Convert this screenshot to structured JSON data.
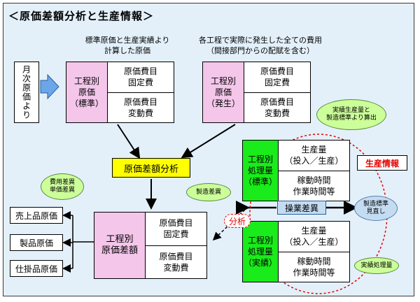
{
  "title": "＜原価差額分析と生産情報＞",
  "monthly_source": "月次原価より",
  "caption_left": [
    "標準原価と生産実績より",
    "計算した原価"
  ],
  "caption_right": [
    "各工程で実際に発生した全ての費用",
    "（間接部門からの配賦を含む）"
  ],
  "std_cost_box": {
    "label": [
      "工程別",
      "原価",
      "（標準）"
    ],
    "top": [
      "原価費目",
      "固定費"
    ],
    "bottom": [
      "原価費目",
      "変動費"
    ]
  },
  "actual_cost_box": {
    "label": [
      "工程別",
      "原価",
      "（発生）"
    ],
    "top": [
      "原価費目",
      "固定費"
    ],
    "bottom": [
      "原価費目",
      "変動費"
    ]
  },
  "variance_analysis": "原価差額分析",
  "variance_box": {
    "label": [
      "工程別",
      "原価差額"
    ],
    "top": [
      "原価費目",
      "固定費"
    ],
    "bottom": [
      "原価費目",
      "変動費"
    ]
  },
  "outputs": [
    "売上品原価",
    "製品原価",
    "仕掛品原価"
  ],
  "std_qty_box": {
    "label": [
      "工程別",
      "処理量",
      "（標準）"
    ],
    "top": [
      "生産量",
      "（投入／生産）"
    ],
    "bottom": [
      "稼動時間",
      "作業時間等"
    ]
  },
  "actual_qty_box": {
    "label": [
      "工程別",
      "処理量",
      "（実績）"
    ],
    "top": [
      "生産量",
      "（投入／生産）"
    ],
    "bottom": [
      "稼動時間",
      "作業時間等"
    ]
  },
  "production_info": "生産情報",
  "operation_variance": "操業差異",
  "analysis": "分析",
  "bubbles": {
    "std_calc": [
      "実績生産量と",
      "製造標準より算出"
    ],
    "expense_variance": [
      "費用差異",
      "単価差異"
    ],
    "mfg_variance": "製造差異",
    "std_review": [
      "製造標準",
      "見直し"
    ],
    "actual_qty": "実績処理量"
  },
  "colors": {
    "background": "#e3f0fa",
    "pink": "#f3c6ea",
    "green": "#1aeb1a",
    "yellow": "#ffff00",
    "red": "#e60000",
    "arrow_blue": "#6ba6e8"
  }
}
